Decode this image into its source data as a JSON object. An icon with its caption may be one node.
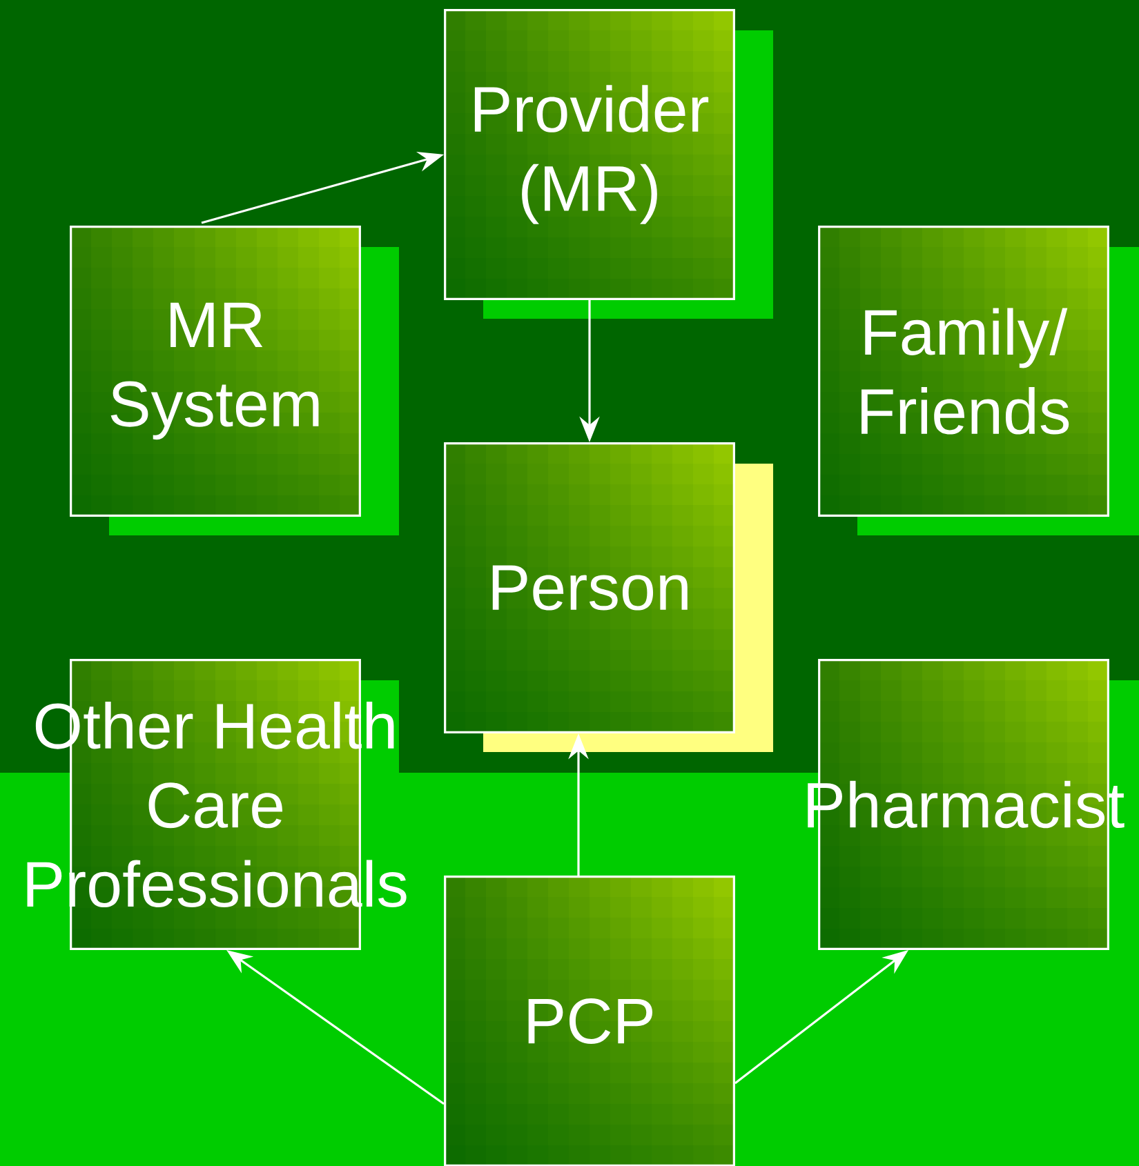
{
  "diagram": {
    "nodes": [
      {
        "text": [
          "Provider (MR)"
        ]
      },
      {
        "text": [
          "MR System"
        ]
      },
      {
        "text": [
          "Family/ Friends"
        ]
      },
      {
        "text": [
          "Person"
        ]
      },
      {
        "text": [
          "Other Health Care Professionals"
        ]
      },
      {
        "text": [
          "Pharmacist"
        ]
      },
      {
        "text": [
          "PCP"
        ]
      }
    ],
    "edges": [
      {
        "from": 1,
        "to": 0,
        "arrow": "to"
      },
      {
        "from": 0,
        "to": 3,
        "arrow": "to"
      },
      {
        "from": 6,
        "to": 3,
        "arrow": "to"
      },
      {
        "from": 6,
        "to": 4,
        "arrow": "to"
      },
      {
        "from": 6,
        "to": 5,
        "arrow": "to"
      }
    ]
  }
}
